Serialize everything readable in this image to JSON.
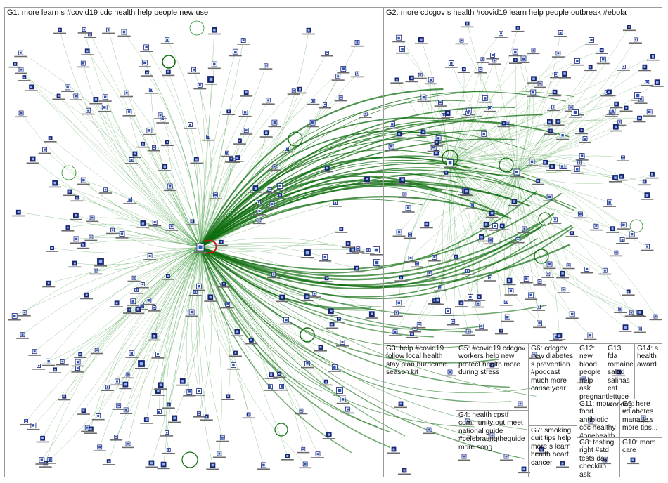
{
  "groups": [
    {
      "id": "G1",
      "label": "G1: more learn s #covid19 cdc health help people new use"
    },
    {
      "id": "G2",
      "label": "G2: more cdcgov s health #covid19 learn help people outbreak #ebola"
    },
    {
      "id": "G3",
      "label": "G3: help #covid19 follow local health stay plan hurricane season kit"
    },
    {
      "id": "G4",
      "label": "G4: health cpstf community out meet national guide #celebratingtheguide more song"
    },
    {
      "id": "G5",
      "label": "G5: #covid19 cdcgov workers help new protect health more during stress"
    },
    {
      "id": "G6",
      "label": "G6: cdcgov new diabetes s prevention #podcast much more cause year"
    },
    {
      "id": "G7",
      "label": "G7: smoking quit tips help more s learn health heart cancer"
    },
    {
      "id": "G8",
      "label": "G8: testing right #std tests day checkup ask"
    },
    {
      "id": "G9",
      "label": "G9: here #diabetes manage s more tips..."
    },
    {
      "id": "G10",
      "label": "G10: mom care"
    },
    {
      "id": "G11",
      "label": "G11: more food antibiotic cdc healthy #onehealth..."
    },
    {
      "id": "G12",
      "label": "G12: new blood people help ask pregnant"
    },
    {
      "id": "G13",
      "label": "G13: fda romaine salad salinas eat lettuce working..."
    },
    {
      "id": "G14",
      "label": "G14: s health award"
    }
  ],
  "colors": {
    "edge": "#1e8a1e",
    "edge_strong": "#0f6e0f",
    "self_loop": "#cc1111",
    "node_border": "#1a237e",
    "node_fill": "#2d56b0",
    "panel_border": "#9a9a9a"
  }
}
